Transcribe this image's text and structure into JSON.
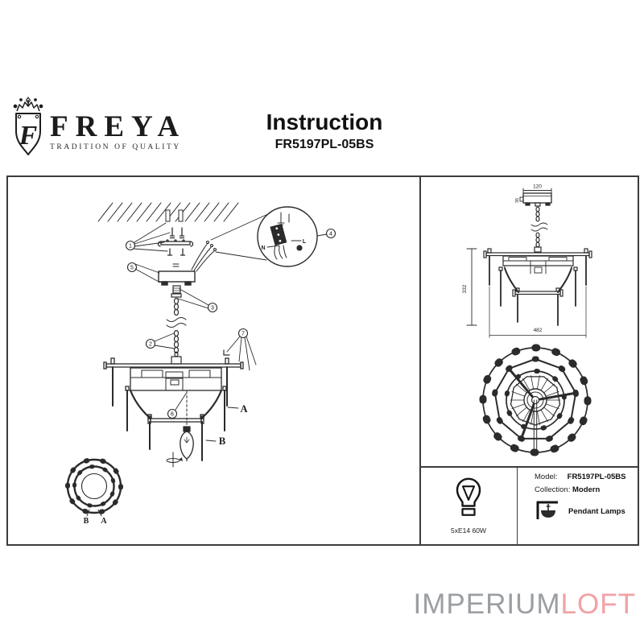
{
  "header": {
    "brand": "FREYA",
    "tagline": "TRADITION OF QUALITY",
    "monogram": "F",
    "title": "Instruction",
    "model": "FR5197PL-05BS"
  },
  "assembly": {
    "c1": "1",
    "c2": "2",
    "c3": "3",
    "c4": "4",
    "c5": "5",
    "c6": "6",
    "c7": "7",
    "wire_n": "N",
    "wire_l": "L",
    "label_a": "A",
    "label_b": "B",
    "tv_a": "A",
    "tv_b": "B"
  },
  "side_view": {
    "canopy_width": "120",
    "canopy_depth": "35",
    "height": "332",
    "diameter": "482"
  },
  "specs": {
    "bulb": "5xE14 60W"
  },
  "info": {
    "model_label": "Model:",
    "model_value": "FR5197PL-05BS",
    "collection_label": "Collection:",
    "collection_value": "Modern",
    "category": "Pendant Lamps"
  },
  "watermark": {
    "part1": "IMPERIUM",
    "part2": "LOFT"
  },
  "colors": {
    "ink": "#2b2b2b",
    "watermark_gray": "#9b9ea3",
    "watermark_pink": "#f0a2a5"
  }
}
